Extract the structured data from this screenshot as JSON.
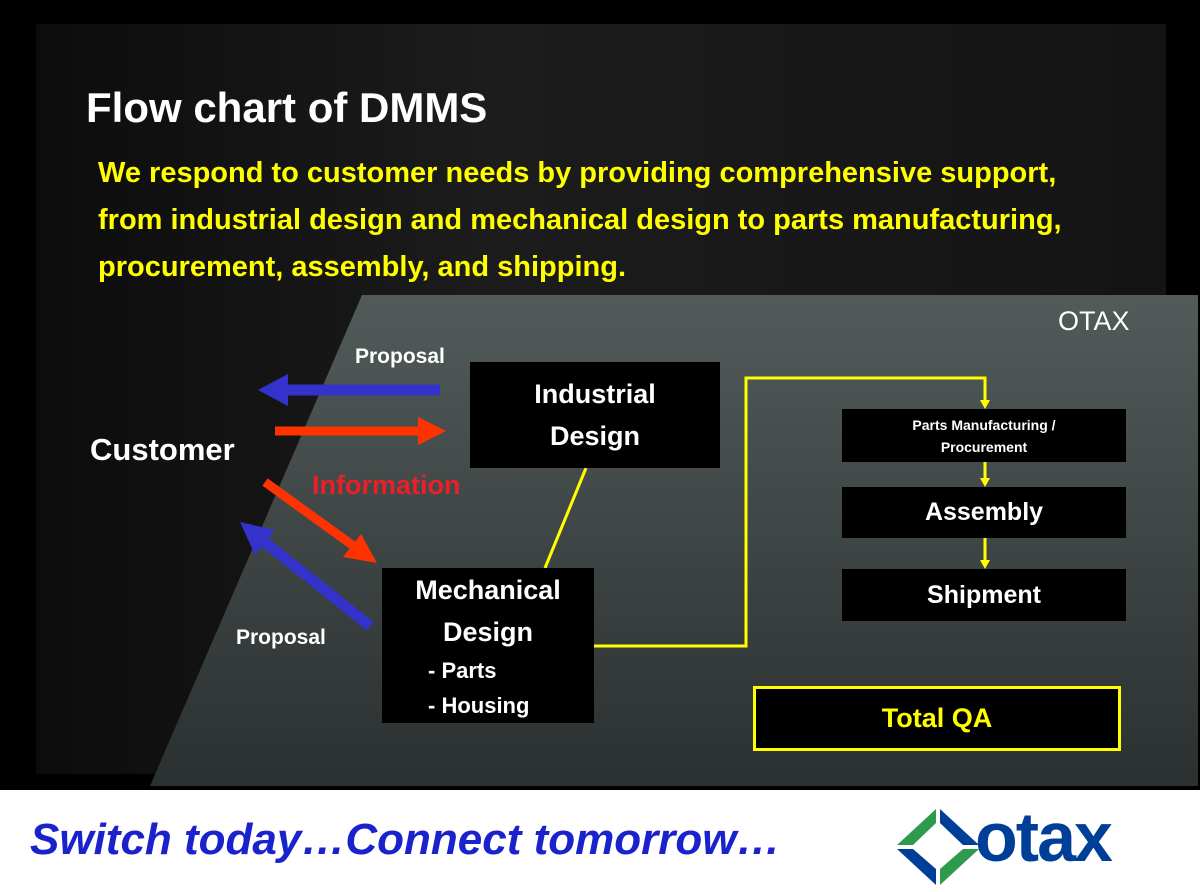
{
  "title": "Flow chart of DMMS",
  "subtitle_lines": [
    "We respond to customer needs by providing comprehensive support,",
    "from industrial design and mechanical design to parts manufacturing,",
    "procurement, assembly, and shipping."
  ],
  "brand_label": "OTAX",
  "customer": "Customer",
  "proposal_top": "Proposal",
  "proposal_bottom": "Proposal",
  "information": "Information",
  "industrial_design": [
    "Industrial",
    "Design"
  ],
  "mechanical_design": {
    "lines": [
      "Mechanical",
      "Design"
    ],
    "items": [
      "- Parts",
      "- Housing"
    ]
  },
  "steps": [
    "Parts Manufacturing /",
    "Procurement",
    "Assembly",
    "Shipment"
  ],
  "total_qa": "Total QA",
  "footer": {
    "tagline": "Switch today…Connect  tomorrow…",
    "logo_text": "otax"
  },
  "colors": {
    "yellow": "#ffff00",
    "blue_arrow": "#3333cc",
    "red_arrow": "#ff3300",
    "tagline": "#1a22cc",
    "logo_blue": "#003f98",
    "logo_green": "#2e9a4e"
  }
}
